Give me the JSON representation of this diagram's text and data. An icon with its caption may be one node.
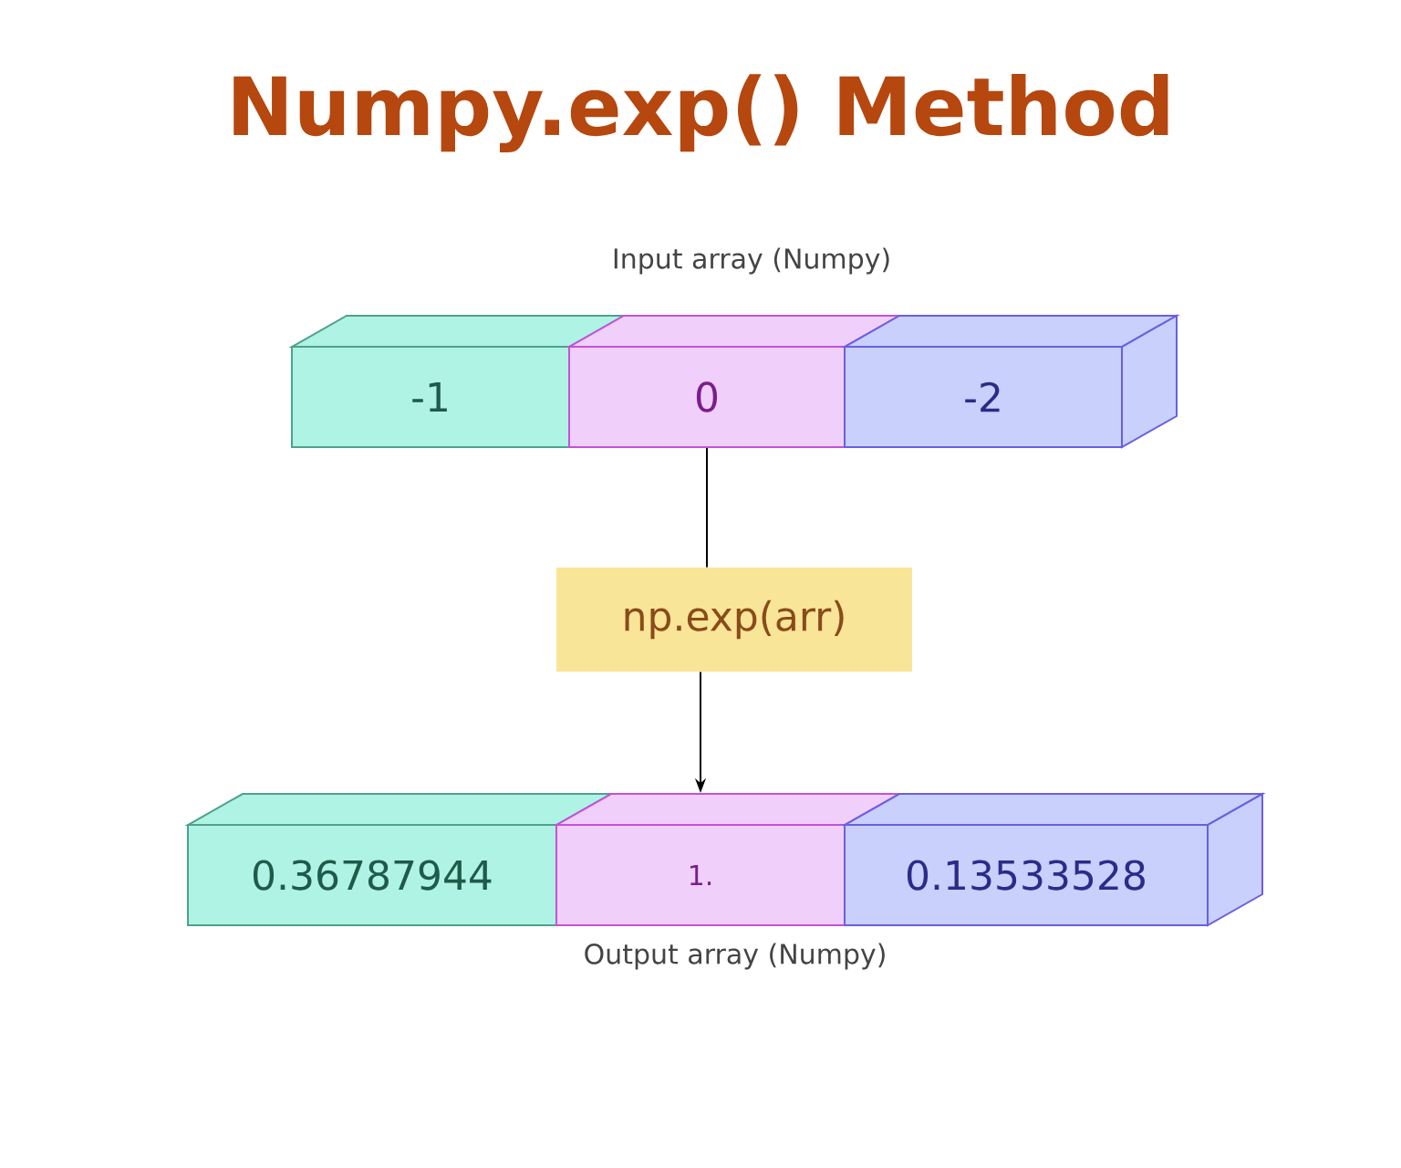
{
  "diagram": {
    "title": "Numpy.exp() Method",
    "nodes": [
      {
        "text": [
          "-1"
        ]
      },
      {
        "text": [
          "0"
        ]
      },
      {
        "text": [
          "-2"
        ]
      },
      {
        "text": [
          "np.exp(arr)"
        ]
      },
      {
        "text": [
          "0.36787944"
        ]
      },
      {
        "text": [
          "1."
        ]
      },
      {
        "text": [
          "0.13533528"
        ]
      }
    ],
    "edges": [
      {
        "from": 1,
        "to": 3,
        "arrow": "none"
      },
      {
        "from": 3,
        "to": 5,
        "arrow": "to"
      }
    ],
    "labels": [
      "Input array (Numpy)",
      "Output array (Numpy)"
    ]
  }
}
